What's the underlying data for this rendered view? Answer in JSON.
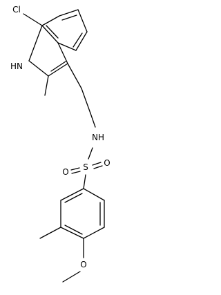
{
  "molecule": {
    "atoms": {
      "cl": "Cl",
      "nh_indole": "HN",
      "nh_sulfonamide": "NH",
      "sulfur": "S",
      "oxo_left": "O",
      "oxo_right": "O",
      "methoxy_oxygen": "O"
    }
  }
}
